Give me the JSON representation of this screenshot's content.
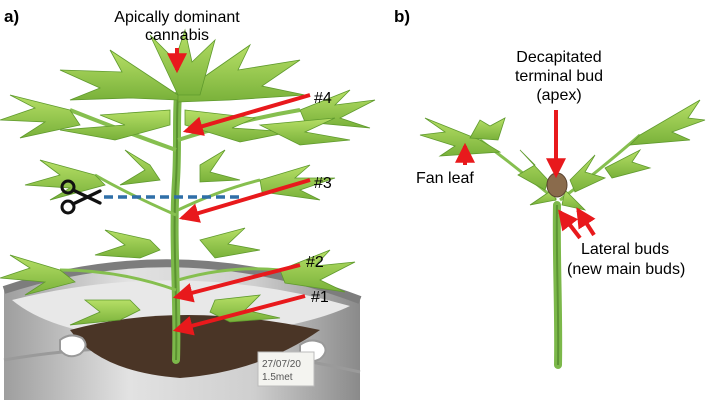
{
  "panel_a": {
    "label": "a)",
    "title_line1": "Apically dominant",
    "title_line2": "cannabis",
    "nodes": [
      "#4",
      "#3",
      "#2",
      "#1"
    ],
    "pot_tag_line1": "27/07/20",
    "pot_tag_line2": "1.5met"
  },
  "panel_b": {
    "label": "b)",
    "apex_line1": "Decapitated",
    "apex_line2": "terminal bud",
    "apex_line3": "(apex)",
    "fan_leaf": "Fan leaf",
    "lateral_line1": "Lateral buds",
    "lateral_line2": "(new main buds)"
  },
  "colors": {
    "arrow": "#e8191c",
    "cut_line": "#2f6fa8",
    "leaf_light": "#a9d65a",
    "leaf_dark": "#6aa532",
    "stem": "#7cb84a",
    "pot": "#c9c9c9",
    "soil": "#4a3526"
  },
  "icons": [
    "scissors-icon"
  ]
}
